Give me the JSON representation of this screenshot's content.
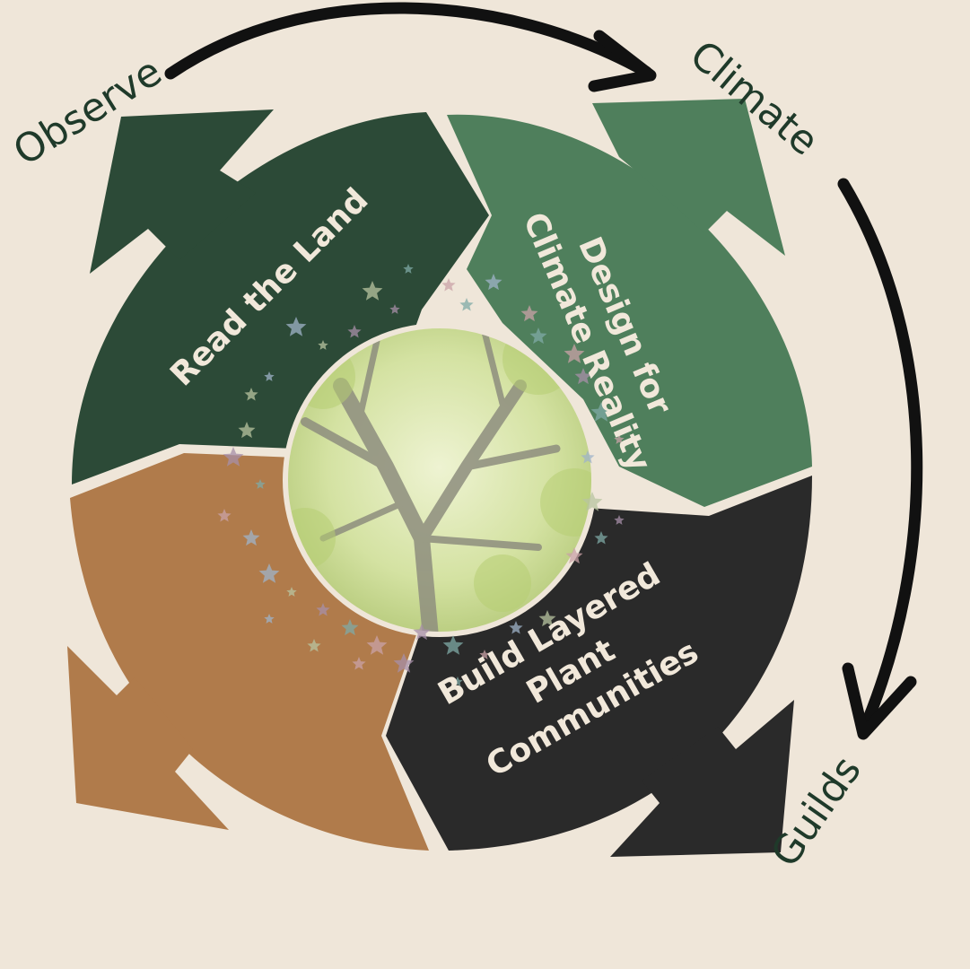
{
  "diagram": {
    "segments": [
      {
        "id": "read-the-land",
        "lines": [
          "Read the Land"
        ],
        "color": "#2C4A37"
      },
      {
        "id": "design-for-climate-reality",
        "lines": [
          "Design for",
          "Climate Reality"
        ],
        "color": "#4F7F5C"
      },
      {
        "id": "build-layered-plant-communities",
        "lines": [
          "Build Layered",
          "Plant",
          "Communities"
        ],
        "color": "#2A2A2A"
      },
      {
        "id": "earth-segment",
        "lines": [],
        "color": "#B07B4B"
      }
    ],
    "outer_labels": {
      "observe": "Observe",
      "climate": "Climate",
      "guilds": "Guilds"
    },
    "center_image": "tree-canopy-photo"
  },
  "colors": {
    "background": "#EFE6D9",
    "outer_label": "#1F3A2A",
    "arrow": "#111111",
    "segment_text": "#F1E8DA"
  }
}
